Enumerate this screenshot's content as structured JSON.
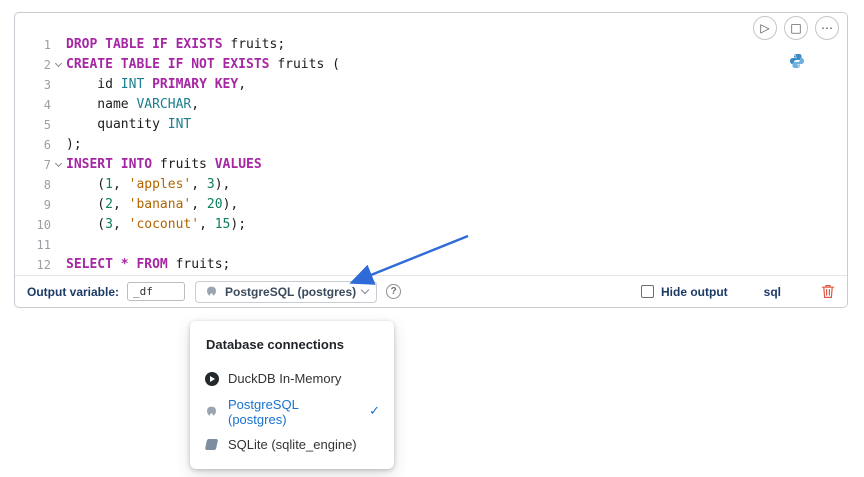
{
  "icons": {
    "run": "▷",
    "interrupt": "□",
    "more": "⋯",
    "help": "?",
    "check": "✓"
  },
  "colors": {
    "keyword": "#a626a4",
    "type": "#1a7f8e",
    "string": "#b26500",
    "number": "#0c7d5e",
    "selected": "#1a73cf",
    "label": "#1b3a66",
    "trash": "#e25743",
    "arrow": "#2f6bd8"
  },
  "code": {
    "lines": [
      {
        "n": 1,
        "fold": false,
        "tokens": [
          [
            "kw",
            "DROP TABLE IF EXISTS"
          ],
          [
            "pl",
            " fruits;"
          ]
        ]
      },
      {
        "n": 2,
        "fold": true,
        "tokens": [
          [
            "kw",
            "CREATE TABLE IF NOT EXISTS"
          ],
          [
            "pl",
            " fruits ("
          ]
        ]
      },
      {
        "n": 3,
        "fold": false,
        "tokens": [
          [
            "pl",
            "    id "
          ],
          [
            "ty",
            "INT"
          ],
          [
            "pl",
            " "
          ],
          [
            "kw",
            "PRIMARY KEY"
          ],
          [
            "pl",
            ","
          ]
        ]
      },
      {
        "n": 4,
        "fold": false,
        "tokens": [
          [
            "pl",
            "    name "
          ],
          [
            "ty",
            "VARCHAR"
          ],
          [
            "pl",
            ","
          ]
        ]
      },
      {
        "n": 5,
        "fold": false,
        "tokens": [
          [
            "pl",
            "    quantity "
          ],
          [
            "ty",
            "INT"
          ]
        ]
      },
      {
        "n": 6,
        "fold": false,
        "tokens": [
          [
            "pl",
            ");"
          ]
        ]
      },
      {
        "n": 7,
        "fold": true,
        "tokens": [
          [
            "kw",
            "INSERT INTO"
          ],
          [
            "pl",
            " fruits "
          ],
          [
            "kw",
            "VALUES"
          ]
        ]
      },
      {
        "n": 8,
        "fold": false,
        "tokens": [
          [
            "pl",
            "    ("
          ],
          [
            "nu",
            "1"
          ],
          [
            "pl",
            ", "
          ],
          [
            "st",
            "'apples'"
          ],
          [
            "pl",
            ", "
          ],
          [
            "nu",
            "3"
          ],
          [
            "pl",
            "),"
          ]
        ]
      },
      {
        "n": 9,
        "fold": false,
        "tokens": [
          [
            "pl",
            "    ("
          ],
          [
            "nu",
            "2"
          ],
          [
            "pl",
            ", "
          ],
          [
            "st",
            "'banana'"
          ],
          [
            "pl",
            ", "
          ],
          [
            "nu",
            "20"
          ],
          [
            "pl",
            "),"
          ]
        ]
      },
      {
        "n": 10,
        "fold": false,
        "tokens": [
          [
            "pl",
            "    ("
          ],
          [
            "nu",
            "3"
          ],
          [
            "pl",
            ", "
          ],
          [
            "st",
            "'coconut'"
          ],
          [
            "pl",
            ", "
          ],
          [
            "nu",
            "15"
          ],
          [
            "pl",
            ");"
          ]
        ]
      },
      {
        "n": 11,
        "fold": false,
        "tokens": []
      },
      {
        "n": 12,
        "fold": false,
        "tokens": [
          [
            "kw",
            "SELECT"
          ],
          [
            "pl",
            " "
          ],
          [
            "op",
            "*"
          ],
          [
            "pl",
            " "
          ],
          [
            "kw",
            "FROM"
          ],
          [
            "pl",
            " fruits;"
          ]
        ]
      }
    ]
  },
  "footer": {
    "output_variable_label": "Output variable:",
    "output_variable_value": "_df",
    "connection_label": "PostgreSQL (postgres)",
    "hide_output_label": "Hide output",
    "language_label": "sql"
  },
  "connection_menu": {
    "title": "Database connections",
    "items": [
      {
        "label": "DuckDB In-Memory",
        "selected": false
      },
      {
        "label": "PostgreSQL (postgres)",
        "selected": true
      },
      {
        "label": "SQLite (sqlite_engine)",
        "selected": false
      }
    ]
  }
}
